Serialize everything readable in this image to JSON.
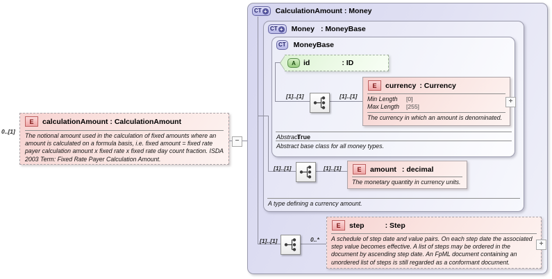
{
  "source_element": {
    "cardinality": "0..[1]",
    "icon": "E",
    "title": "calculationAmount : CalculationAmount",
    "doc": "The notional amount used in the calculation of fixed amounts where an amount is calculated on a formula basis, i.e. fixed amount = fixed rate payer calculation amount x fixed rate x fixed rate day count fraction. ISDA 2003 Term: Fixed Rate Payer Calculation Amount.",
    "collapse_glyph": "−"
  },
  "calculation_amount_type": {
    "icon": "CT",
    "icon_plus": "+",
    "title": "CalculationAmount : Money"
  },
  "money_type": {
    "icon": "CT",
    "icon_plus": "+",
    "name": "Money",
    "base": ": MoneyBase",
    "doc": "A type defining a currency amount."
  },
  "money_base_type": {
    "icon": "CT",
    "name": "MoneyBase",
    "abstract_label": "Abstract",
    "abstract_value": "True",
    "doc": "Abstract base class for all money types."
  },
  "id_attribute": {
    "icon": "A",
    "name": "id",
    "type": ": ID"
  },
  "currency_element": {
    "cardinality_outer": "[1]..[1]",
    "cardinality_inner": "[1]..[1]",
    "icon": "E",
    "name": "currency",
    "type": ": Currency",
    "facets": [
      {
        "label": "Min Length",
        "value": "[0]"
      },
      {
        "label": "Max Length",
        "value": "[255]"
      }
    ],
    "doc": "The currency in which an amount is denominated.",
    "expand_glyph": "+"
  },
  "amount_element": {
    "cardinality_outer": "[1]..[1]",
    "cardinality_inner": "[1]..[1]",
    "icon": "E",
    "name": "amount",
    "type": ": decimal",
    "doc": "The monetary quantity in currency units."
  },
  "step_element": {
    "cardinality_outer": "[1]..[1]",
    "cardinality_inner": "0..*",
    "icon": "E",
    "name": "step",
    "type": ": Step",
    "doc": "A schedule of step date and value pairs. On each step date the associated step value becomes effective. A list of steps may be ordered in the document by ascending step date. An FpML document containing an unordered list of steps is still regarded as a conformant document.",
    "expand_glyph": "+"
  }
}
